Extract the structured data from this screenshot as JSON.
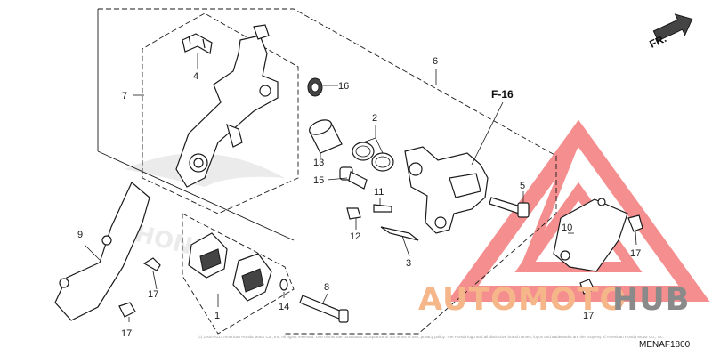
{
  "direction": {
    "label": "FR."
  },
  "callouts": {
    "c1": "1",
    "c2": "2",
    "c3": "3",
    "c4": "4",
    "c5": "5",
    "c6": "6",
    "c7": "7",
    "c8": "8",
    "c9": "9",
    "c10": "10",
    "c11": "11",
    "c12": "12",
    "c13": "13",
    "c14": "14",
    "c15": "15",
    "c16": "16",
    "c17a": "17",
    "c17b": "17",
    "c17c": "17",
    "c17d": "17"
  },
  "ref_label": "F-16",
  "watermark": {
    "word1": "AUTOMOTO",
    "word2": "HUB",
    "color1": "#f5b78a",
    "color2": "#8a8a8a",
    "triangle_color": "#f26a6a"
  },
  "copyright": "(c) 2000-2017 American Honda Motor Co., Inc. All rights reserved. Use of this site constitutes acceptance of our terms of use, privacy policy. The Honda logo and all distinctive brand names, logos and trademarks are the property of American Honda Motor Co., Inc.",
  "diagram_code": "MENAF1800"
}
